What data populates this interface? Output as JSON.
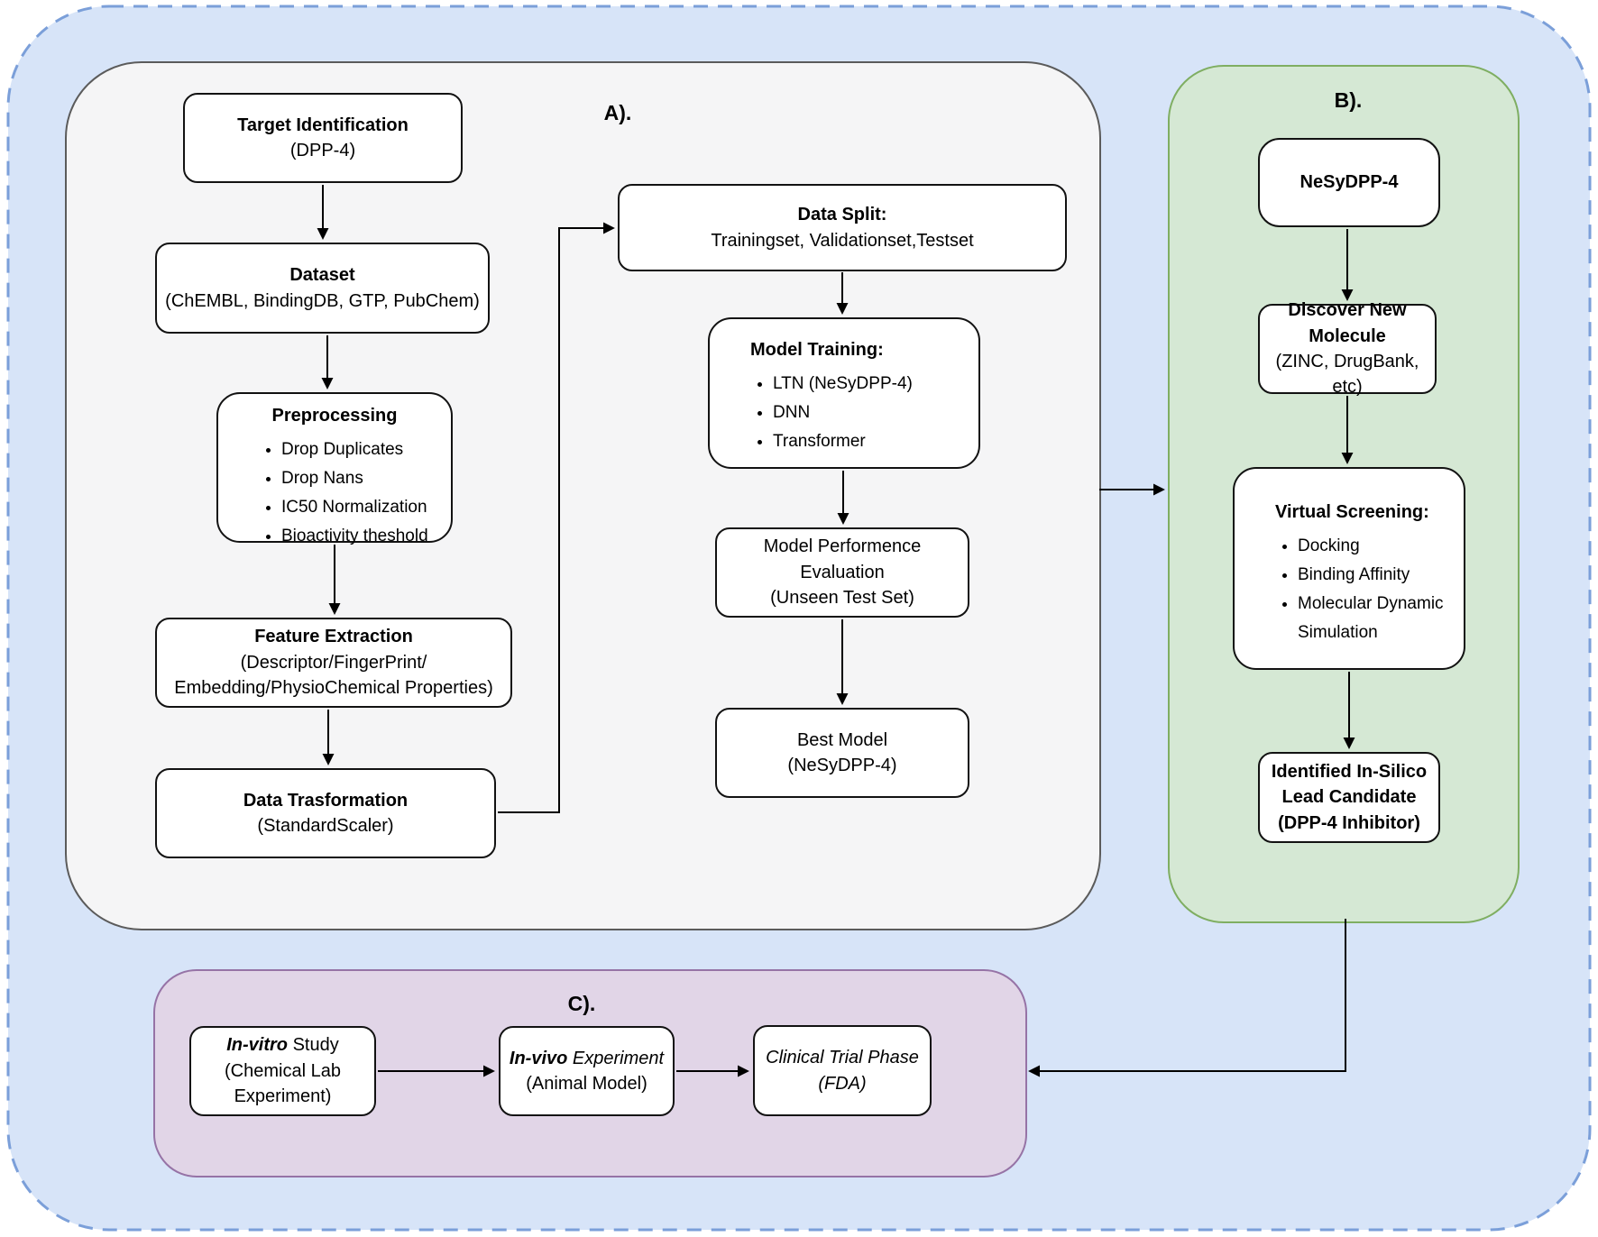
{
  "diagram": {
    "sections": {
      "a": {
        "label": "A).",
        "nodes": {
          "target": {
            "title": "Target Identification",
            "subtitle": "(DPP-4)"
          },
          "dataset": {
            "title": "Dataset",
            "subtitle": "(ChEMBL, BindingDB, GTP, PubChem)"
          },
          "preprocessing": {
            "title": "Preprocessing",
            "items": [
              "Drop Duplicates",
              "Drop Nans",
              "IC50 Normalization",
              "Bioactivity theshold"
            ]
          },
          "feature": {
            "title": "Feature Extraction",
            "subtitle_line1": "(Descriptor/FingerPrint/",
            "subtitle_line2": "Embedding/PhysioChemical Properties)"
          },
          "transform": {
            "title": "Data Trasformation",
            "subtitle": "(StandardScaler)"
          },
          "split": {
            "title": "Data Split:",
            "subtitle": "Trainingset, Validationset,Testset"
          },
          "training": {
            "title": "Model Training:",
            "items": [
              "LTN (NeSyDPP-4)",
              "DNN",
              "Transformer"
            ]
          },
          "evaluation": {
            "line1": "Model Performence",
            "line2": "Evaluation",
            "line3": "(Unseen Test Set)"
          },
          "best": {
            "line1": "Best Model",
            "line2": "(NeSyDPP-4)"
          }
        }
      },
      "b": {
        "label": "B).",
        "nodes": {
          "nesydpp": {
            "title": "NeSyDPP-4"
          },
          "discover": {
            "title": "Discover New Molecule",
            "subtitle": "(ZINC, DrugBank, etc)"
          },
          "screening": {
            "title": "Virtual Screening:",
            "items": [
              "Docking",
              "Binding Affinity",
              "Molecular Dynamic Simulation"
            ]
          },
          "candidate": {
            "line1": "Identified In-Silico",
            "line2": "Lead Candidate",
            "line3": "(DPP-4 Inhibitor)"
          }
        }
      },
      "c": {
        "label": "C).",
        "nodes": {
          "invitro": {
            "title_em": "In-vitro",
            "title_rest": " Study",
            "subtitle": "(Chemical Lab Experiment)"
          },
          "invivo": {
            "title_em": "In-vivo",
            "title_rest": " Experiment",
            "subtitle": "(Animal Model)"
          },
          "clinical": {
            "line1": "Clinical Trial Phase",
            "line2": "(FDA)"
          }
        }
      }
    },
    "colors": {
      "outer_fill": "#d7e4f8",
      "outer_border": "#7b9fd9",
      "section_a_fill": "#f5f5f6",
      "section_a_border": "#5b5b5b",
      "section_b_fill": "#d5e8d4",
      "section_b_border": "#7fae62",
      "section_c_fill": "#e1d5e7",
      "section_c_border": "#9673a6",
      "node_fill": "#ffffff",
      "node_border": "#121212",
      "arrow": "#000000"
    }
  }
}
